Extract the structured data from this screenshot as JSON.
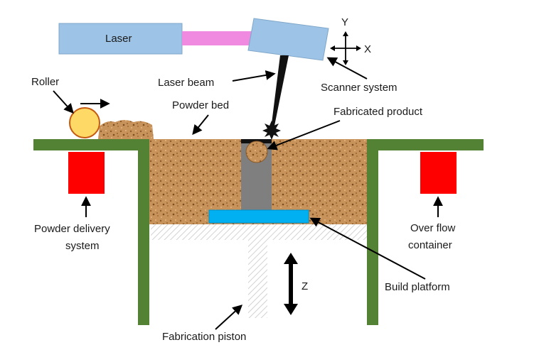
{
  "labels": {
    "laser": "Laser",
    "laser_beam": "Laser beam",
    "scanner_system": "Scanner system",
    "roller": "Roller",
    "powder_bed": "Powder bed",
    "fabricated_product": "Fabricated product",
    "powder_delivery_line1": "Powder delivery",
    "powder_delivery_line2": "system",
    "overflow_line1": "Over flow",
    "overflow_line2": "container",
    "build_platform": "Build platform",
    "fabrication_piston": "Fabrication piston",
    "axis_y": "Y",
    "axis_x": "X",
    "axis_z": "Z"
  },
  "colors": {
    "laser_box": "#9dc3e6",
    "laser_link": "#f08ae0",
    "frame_green": "#548235",
    "powder": "#c8935a",
    "powder_dark": "#8a5a2b",
    "container_red": "#ff0000",
    "platform_blue": "#00b0f0",
    "sintered_gray": "#7f7f7f",
    "roller_fill": "#ffd966",
    "roller_stroke": "#c55a11",
    "piston_hatch": "#bfbfbf"
  },
  "icons": [
    "arrow-right-icon",
    "xy-axes-icon",
    "z-double-arrow-icon",
    "spark-icon"
  ]
}
